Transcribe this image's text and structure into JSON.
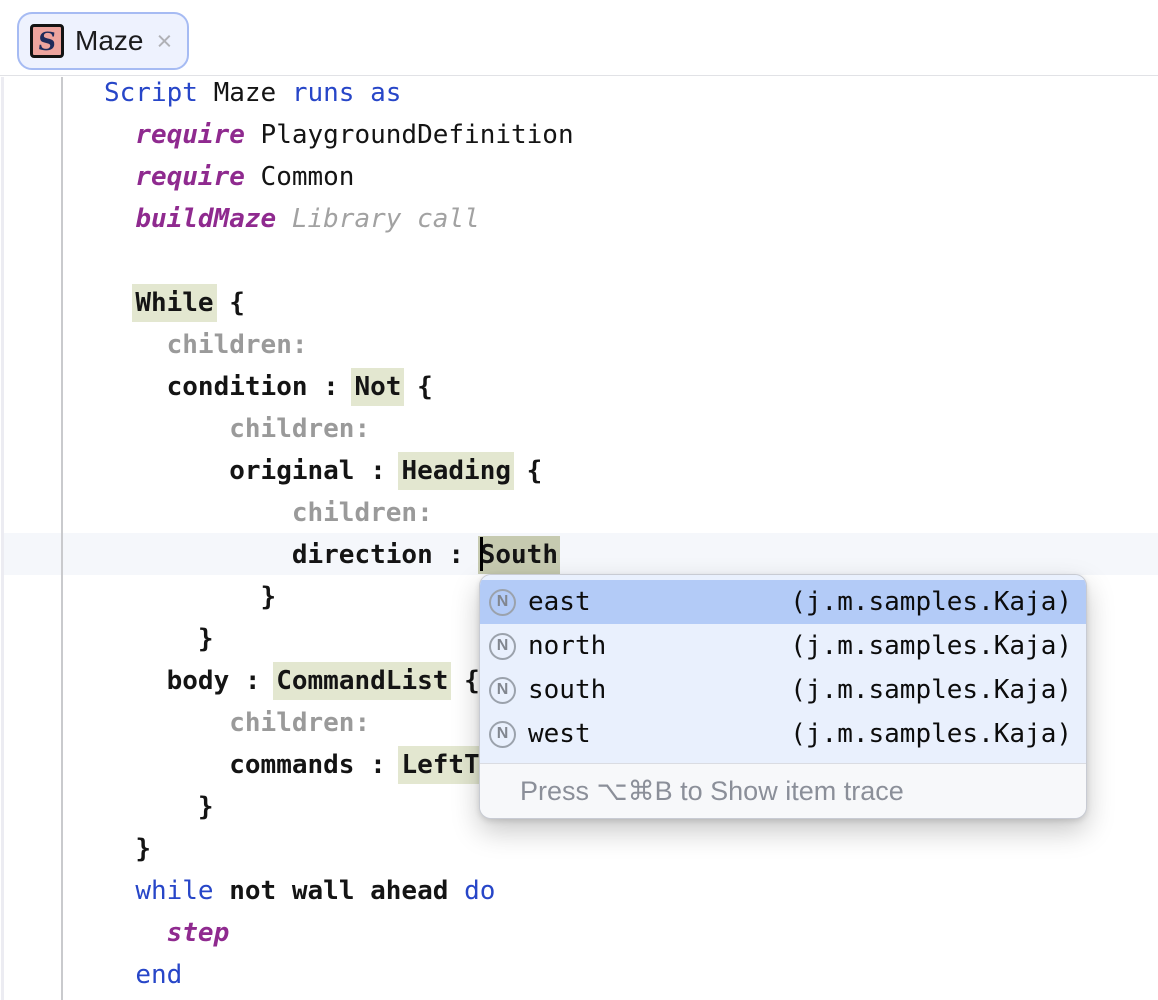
{
  "tab": {
    "title": "Maze",
    "icon_letter": "S",
    "close_glyph": "×"
  },
  "colors": {
    "keyword_blue": "#2746c8",
    "reference_purple": "#8f2a8f",
    "constant_gray": "#9a9a9a",
    "concept_highlight": "#e3e7d0",
    "selected_cell": "#c6cab0",
    "current_line": "#f5f7fb",
    "popup_selection": "#b3cbf7",
    "popup_background": "#e9f0fd",
    "tab_border": "#a6bbf3",
    "tab_icon_background": "#eda49e"
  },
  "editor": {
    "current_line_index": 11,
    "lines": [
      [
        {
          "t": "Script",
          "s": "kw"
        },
        {
          "t": " Maze ",
          "s": "plain"
        },
        {
          "t": "runs as",
          "s": "kw"
        }
      ],
      [
        {
          "t": "  ",
          "s": "plain"
        },
        {
          "t": "require",
          "s": "purple"
        },
        {
          "t": " PlaygroundDefinition",
          "s": "plain"
        }
      ],
      [
        {
          "t": "  ",
          "s": "plain"
        },
        {
          "t": "require",
          "s": "purple"
        },
        {
          "t": " Common",
          "s": "plain"
        }
      ],
      [
        {
          "t": "  ",
          "s": "plain"
        },
        {
          "t": "buildMaze",
          "s": "purple"
        },
        {
          "t": " ",
          "s": "plain"
        },
        {
          "t": "Library call",
          "s": "grayItalic"
        }
      ],
      [],
      [
        {
          "t": "  ",
          "s": "plain"
        },
        {
          "t": "While",
          "s": "nodeHl"
        },
        {
          "t": " ",
          "s": "plain"
        },
        {
          "t": "{",
          "s": "brace"
        }
      ],
      [
        {
          "t": "    ",
          "s": "plain"
        },
        {
          "t": "children:",
          "s": "gray"
        }
      ],
      [
        {
          "t": "    ",
          "s": "plain"
        },
        {
          "t": "condition",
          "s": "node"
        },
        {
          "t": " : ",
          "s": "bold"
        },
        {
          "t": "Not",
          "s": "nodeHl"
        },
        {
          "t": " ",
          "s": "plain"
        },
        {
          "t": "{",
          "s": "brace"
        }
      ],
      [
        {
          "t": "        ",
          "s": "plain"
        },
        {
          "t": "children:",
          "s": "gray"
        }
      ],
      [
        {
          "t": "        ",
          "s": "plain"
        },
        {
          "t": "original",
          "s": "node"
        },
        {
          "t": " : ",
          "s": "bold"
        },
        {
          "t": "Heading",
          "s": "nodeHl"
        },
        {
          "t": " ",
          "s": "plain"
        },
        {
          "t": "{",
          "s": "brace"
        }
      ],
      [
        {
          "t": "            ",
          "s": "plain"
        },
        {
          "t": "children:",
          "s": "gray"
        }
      ],
      [
        {
          "t": "            ",
          "s": "plain"
        },
        {
          "t": "direction",
          "s": "node"
        },
        {
          "t": " : ",
          "s": "bold"
        },
        {
          "s": "caret"
        },
        {
          "t": "South",
          "s": "cellSel"
        }
      ],
      [
        {
          "t": "          ",
          "s": "plain"
        },
        {
          "t": "}",
          "s": "brace"
        }
      ],
      [
        {
          "t": "      ",
          "s": "plain"
        },
        {
          "t": "}",
          "s": "brace"
        }
      ],
      [
        {
          "t": "    ",
          "s": "plain"
        },
        {
          "t": "body",
          "s": "node"
        },
        {
          "t": " : ",
          "s": "bold"
        },
        {
          "t": "CommandList",
          "s": "nodeHl"
        },
        {
          "t": " ",
          "s": "plain"
        },
        {
          "t": "{",
          "s": "brace"
        }
      ],
      [
        {
          "t": "        ",
          "s": "plain"
        },
        {
          "t": "children:",
          "s": "gray"
        }
      ],
      [
        {
          "t": "        ",
          "s": "plain"
        },
        {
          "t": "commands",
          "s": "node"
        },
        {
          "t": " : ",
          "s": "bold"
        },
        {
          "t": "LeftT",
          "s": "nodeHl"
        }
      ],
      [
        {
          "t": "      ",
          "s": "plain"
        },
        {
          "t": "}",
          "s": "brace"
        }
      ],
      [
        {
          "t": "  ",
          "s": "plain"
        },
        {
          "t": "}",
          "s": "brace"
        }
      ],
      [
        {
          "t": "  ",
          "s": "plain"
        },
        {
          "t": "while",
          "s": "kw"
        },
        {
          "t": " ",
          "s": "plain"
        },
        {
          "t": "not wall ahead",
          "s": "bold"
        },
        {
          "t": " ",
          "s": "plain"
        },
        {
          "t": "do",
          "s": "kw"
        }
      ],
      [
        {
          "t": "    ",
          "s": "plain"
        },
        {
          "t": "step",
          "s": "purple"
        }
      ],
      [
        {
          "t": "  ",
          "s": "plain"
        },
        {
          "t": "end",
          "s": "kw"
        }
      ]
    ]
  },
  "popup": {
    "items": [
      {
        "icon": "N",
        "label": "east",
        "detail": "(j.m.samples.Kaja)",
        "selected": true
      },
      {
        "icon": "N",
        "label": "north",
        "detail": "(j.m.samples.Kaja)",
        "selected": false
      },
      {
        "icon": "N",
        "label": "south",
        "detail": "(j.m.samples.Kaja)",
        "selected": false
      },
      {
        "icon": "N",
        "label": "west",
        "detail": "(j.m.samples.Kaja)",
        "selected": false
      }
    ],
    "footer": "Press ⌥⌘B to Show item trace"
  }
}
